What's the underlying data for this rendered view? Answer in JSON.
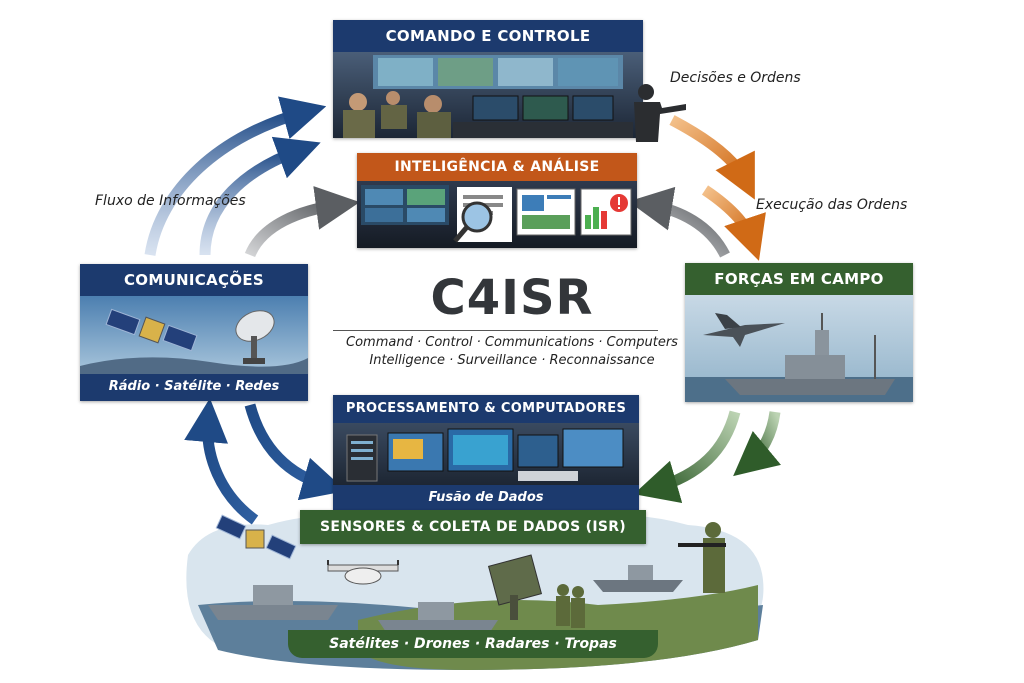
{
  "title": "C4ISR",
  "subtitle_line1": "Command · Control · Communications · Computers",
  "subtitle_line2": "Intelligence · Surveillance · Reconnaissance",
  "command": {
    "title": "Comando e Controle"
  },
  "intel": {
    "title": "Inteligência & Análise"
  },
  "comms": {
    "title": "Comunicações",
    "caption": "Rádio · Satélite · Redes"
  },
  "forces": {
    "title": "Forças em Campo"
  },
  "processing": {
    "title": "Processamento & Computadores",
    "caption": "Fusão de Dados"
  },
  "sensors": {
    "title": "Sensores & Coleta de Dados (ISR)",
    "caption": "Satélites · Drones · Radares · Tropas"
  },
  "flows": {
    "info": "Fluxo de Informações",
    "decisions": "Decisões e Ordens",
    "execution": "Execução das Ordens"
  },
  "colors": {
    "navy": "#1c3a6e",
    "orange": "#c2571a",
    "green": "#35602f",
    "gray_arrow": "#6b6e72",
    "blue_arrow": "#2a5591"
  }
}
